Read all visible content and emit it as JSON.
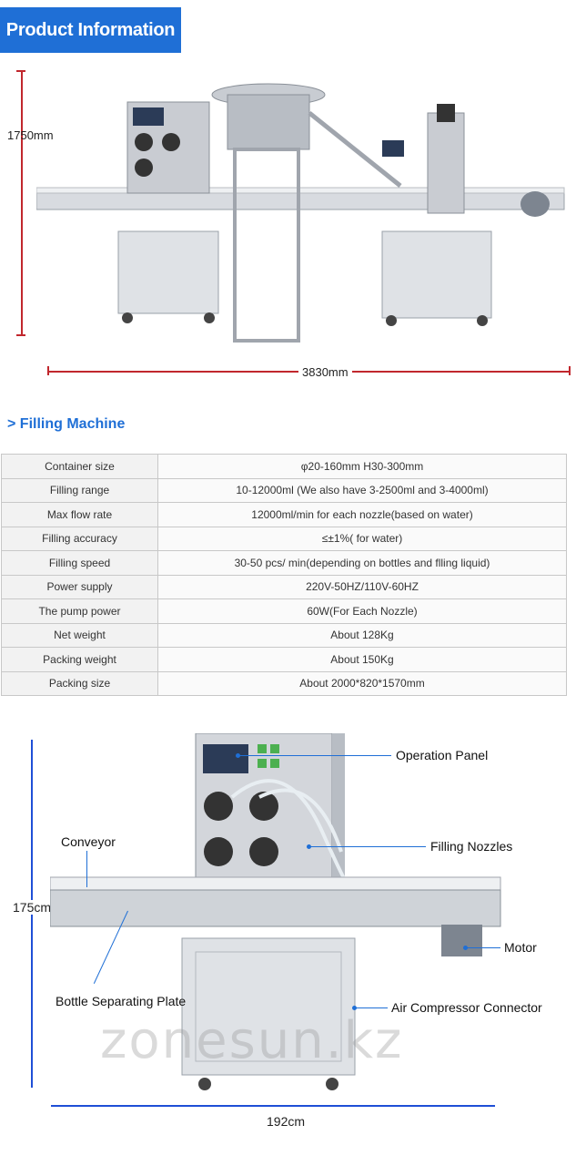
{
  "header": {
    "title": "Product Information"
  },
  "top_dims": {
    "height": "1750mm",
    "width": "3830mm"
  },
  "section_title": "> Filling Machine",
  "specs": [
    {
      "k": "Container size",
      "v": "φ20-160mm H30-300mm"
    },
    {
      "k": "Filling range",
      "v": "10-12000ml (We also have 3-2500ml and 3-4000ml)"
    },
    {
      "k": "Max flow rate",
      "v": "12000ml/min for each nozzle(based on water)"
    },
    {
      "k": "Filling accuracy",
      "v": "≤±1%( for water)"
    },
    {
      "k": "Filling speed",
      "v": "30-50 pcs/ min(depending on bottles and flling liquid)"
    },
    {
      "k": "Power supply",
      "v": "220V-50HZ/110V-60HZ"
    },
    {
      "k": "The pump power",
      "v": "60W(For Each Nozzle)"
    },
    {
      "k": "Net weight",
      "v": "About 128Kg"
    },
    {
      "k": "Packing weight",
      "v": "About 150Kg"
    },
    {
      "k": "Packing size",
      "v": "About 2000*820*1570mm"
    }
  ],
  "callouts": {
    "operation_panel": "Operation Panel",
    "conveyor": "Conveyor",
    "filling_nozzles": "Filling Nozzles",
    "motor": "Motor",
    "bottle_plate": "Bottle Separating Plate",
    "air_connector": "Air Compressor Connector"
  },
  "bottom_dims": {
    "height": "175cm",
    "width": "192cm"
  },
  "watermark": "zonesun.kz"
}
